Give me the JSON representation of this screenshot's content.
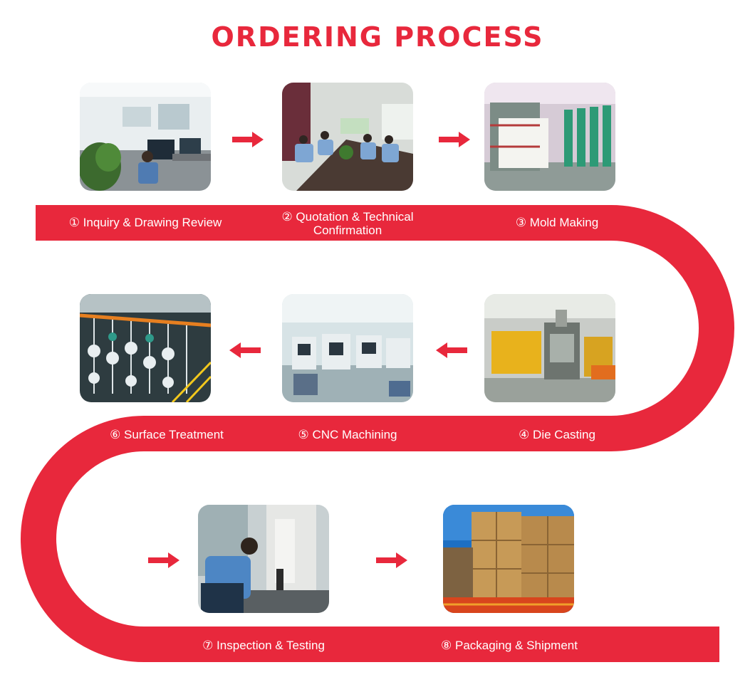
{
  "title": "ORDERING PROCESS",
  "accent_color": "#e8283c",
  "steps": [
    {
      "label": "① Inquiry & Drawing Review",
      "photo": "office-engineers-at-computers"
    },
    {
      "label": "② Quotation & Technical\nConfirmation",
      "photo": "meeting-room-conference-table"
    },
    {
      "label": "③ Mold Making",
      "photo": "mold-storage-racks"
    },
    {
      "label": "④ Die Casting",
      "photo": "die-casting-machines"
    },
    {
      "label": "⑤ CNC Machining",
      "photo": "cnc-machine-workshop"
    },
    {
      "label": "⑥ Surface Treatment",
      "photo": "surface-treatment-hanging-line"
    },
    {
      "label": "⑦ Inspection & Testing",
      "photo": "cmm-inspection-operator"
    },
    {
      "label": "⑧ Packaging & Shipment",
      "photo": "palletized-cartons-shipment"
    }
  ],
  "arrows": [
    "arrow-right-icon",
    "arrow-right-icon",
    "arrow-left-icon",
    "arrow-left-icon",
    "arrow-right-icon",
    "arrow-right-icon"
  ]
}
